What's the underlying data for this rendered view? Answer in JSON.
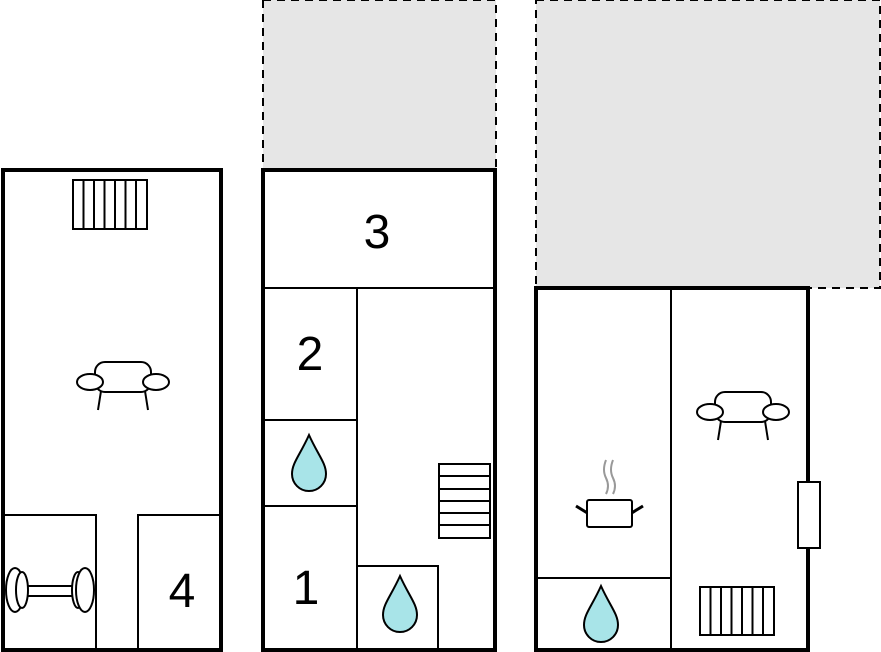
{
  "floor_plan": {
    "rooms": [
      {
        "id": "room-1",
        "label": "1"
      },
      {
        "id": "room-2",
        "label": "2"
      },
      {
        "id": "room-3",
        "label": "3"
      },
      {
        "id": "room-4",
        "label": "4"
      }
    ],
    "icons": [
      "radiator-icon",
      "sofa-icon",
      "dumbbell-icon",
      "water-drop-icon",
      "stairs-icon",
      "cooking-pot-icon",
      "window-icon"
    ],
    "colors": {
      "wall": "#000000",
      "terrace": "#e6e6e6",
      "water": "#a8e4e8",
      "background": "#ffffff"
    }
  }
}
